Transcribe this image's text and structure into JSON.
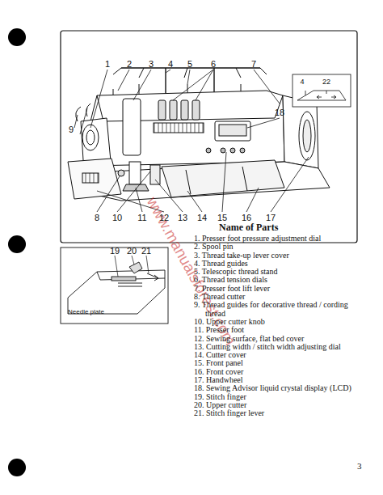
{
  "diagram": {
    "title": "Name of Parts",
    "labels": [
      "1",
      "2",
      "3",
      "4",
      "5",
      "6",
      "7",
      "18",
      "9",
      "8",
      "10",
      "11",
      "12",
      "13",
      "14",
      "15",
      "16",
      "17",
      "4",
      "22",
      "19",
      "20",
      "21",
      "Needle plate",
      "1. Presser foot pressure adjustment dial",
      "2. Spool pin",
      "3. Thread take-up lever cover",
      "4. Thread guides",
      "5. Telescopic thread stand",
      "6. Thread tension dials",
      "7. Presser foot lift lever",
      "8. Thread cutter",
      "9. Thread guides for decorative thread / cording thread",
      "10. Upper cutter knob",
      "11. Presser foot",
      "12. Sewing surface, flat bed cover",
      "13. Cutting width / stitch width adjusting dial",
      "14. Cutter cover",
      "15. Front panel",
      "16. Front cover",
      "17. Handwheel",
      "18. Sewing Advisor liquid crystal display (LCD)",
      "19. Stitch finger",
      "20. Upper cutter",
      "21. Stitch finger lever",
      "www.manualsforest.com",
      "3"
    ]
  }
}
